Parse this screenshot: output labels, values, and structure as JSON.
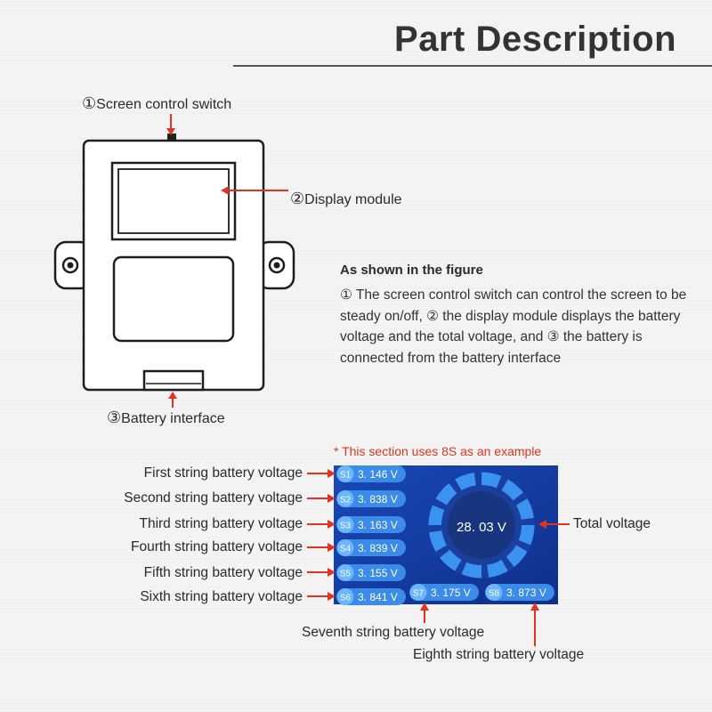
{
  "title": "Part Description",
  "callouts": {
    "switch": {
      "num": "①",
      "text": "Screen control switch"
    },
    "display": {
      "num": "②",
      "text": "Display module"
    },
    "battery": {
      "num": "③",
      "text": "Battery interface"
    }
  },
  "description": {
    "heading": "As shown in the figure",
    "body": "① The screen control switch can control the screen to be steady on/off, ② the display module displays the battery voltage and the total voltage, and ③ the battery is connected from the battery interface"
  },
  "note": "* This section uses 8S as an example",
  "screen": {
    "total": "28. 03 V",
    "strings": [
      {
        "id": "S1",
        "voltage": "3. 146 V",
        "label": "First string battery voltage"
      },
      {
        "id": "S2",
        "voltage": "3. 838 V",
        "label": "Second string battery voltage"
      },
      {
        "id": "S3",
        "voltage": "3. 163 V",
        "label": "Third string battery voltage"
      },
      {
        "id": "S4",
        "voltage": "3. 839 V",
        "label": "Fourth string battery voltage"
      },
      {
        "id": "S5",
        "voltage": "3. 155 V",
        "label": "Fifth string battery voltage"
      },
      {
        "id": "S6",
        "voltage": "3. 841 V",
        "label": "Sixth string battery voltage"
      },
      {
        "id": "S7",
        "voltage": "3. 175 V",
        "label": "Seventh string battery voltage"
      },
      {
        "id": "S8",
        "voltage": "3. 873 V",
        "label": "Eighth string battery voltage"
      }
    ]
  },
  "total_label": "Total voltage",
  "colors": {
    "arrow": "#e23322",
    "screen_bg": "#1a3a9a",
    "pill": "#3b8be8",
    "ring": "#2f86e6"
  }
}
